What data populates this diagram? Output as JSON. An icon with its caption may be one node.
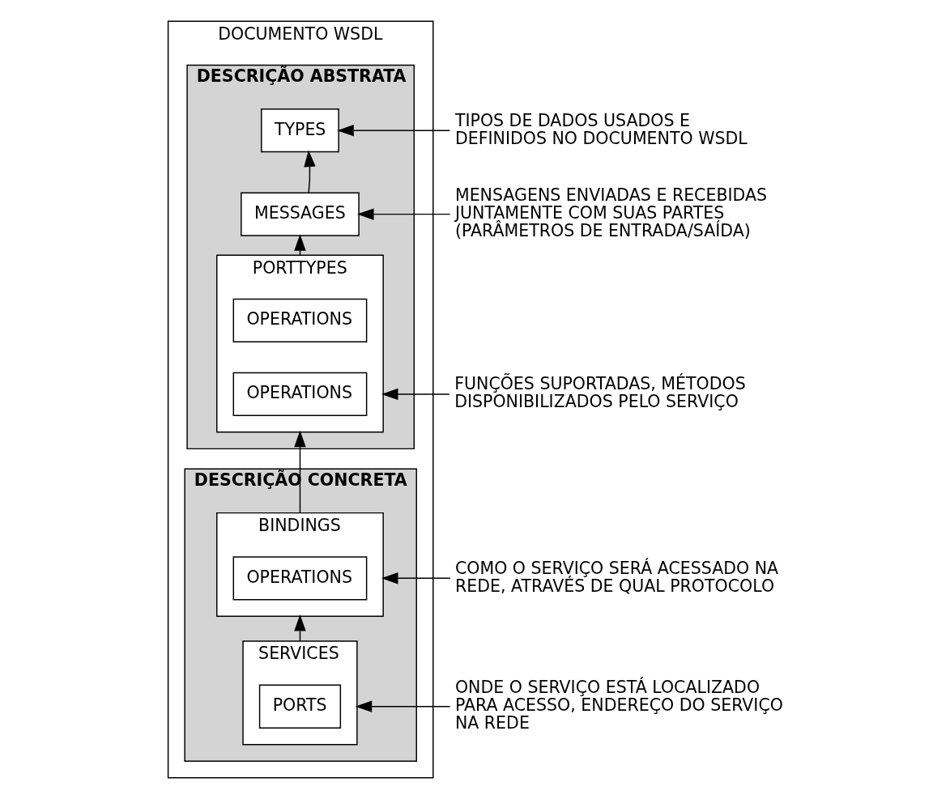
{
  "diagram": {
    "nodes": [
      {
        "text": [
          "DOCUMENTO WSDL"
        ]
      },
      {
        "text": [
          "DESCRIÇÃO ABSTRATA"
        ],
        "in": 0
      },
      {
        "text": [
          "TYPES"
        ],
        "in": 1
      },
      {
        "text": [
          "MESSAGES"
        ],
        "in": 1
      },
      {
        "text": [
          "PORTTYPES"
        ],
        "in": 1
      },
      {
        "text": [
          "OPERATIONS"
        ],
        "in": 4
      },
      {
        "text": [
          "OPERATIONS"
        ],
        "in": 4
      },
      {
        "text": [
          "DESCRIÇÃO CONCRETA"
        ],
        "in": 0
      },
      {
        "text": [
          "BINDINGS"
        ],
        "in": 7
      },
      {
        "text": [
          "OPERATIONS"
        ],
        "in": 8
      },
      {
        "text": [
          "SERVICES"
        ],
        "in": 7
      },
      {
        "text": [
          "PORTS"
        ],
        "in": 10
      },
      {
        "text": [
          "TIPOS DE DADOS USADOS E DEFINIDOS NO DOCUMENTO WSDL"
        ]
      },
      {
        "text": [
          "MENSAGENS ENVIADAS E RECEBIDAS JUNTAMENTE COM SUAS PARTES (PARÂMETROS DE ENTRADA/SAÍDA)"
        ]
      },
      {
        "text": [
          "FUNÇÕES SUPORTADAS, MÉTODOS DISPONIBILIZADOS PELO SERVIÇO"
        ]
      },
      {
        "text": [
          "COMO O SERVIÇO SERÁ ACESSADO NA REDE, ATRAVÉS DE QUAL PROTOCOLO"
        ]
      },
      {
        "text": [
          "ONDE O SERVIÇO ESTÁ LOCALIZADO PARA ACESSO, ENDEREÇO DO SERVIÇO NA REDE"
        ]
      }
    ],
    "edges": [
      {
        "from": 3,
        "to": 2,
        "arrow": "to"
      },
      {
        "from": 4,
        "to": 3,
        "arrow": "to"
      },
      {
        "from": 8,
        "to": 4,
        "arrow": "to"
      },
      {
        "from": 10,
        "to": 8,
        "arrow": "to"
      },
      {
        "from": 12,
        "to": 2,
        "arrow": "to"
      },
      {
        "from": 13,
        "to": 3,
        "arrow": "to"
      },
      {
        "from": 14,
        "to": 4,
        "arrow": "to"
      },
      {
        "from": 15,
        "to": 8,
        "arrow": "to"
      },
      {
        "from": 16,
        "to": 10,
        "arrow": "to"
      }
    ]
  }
}
